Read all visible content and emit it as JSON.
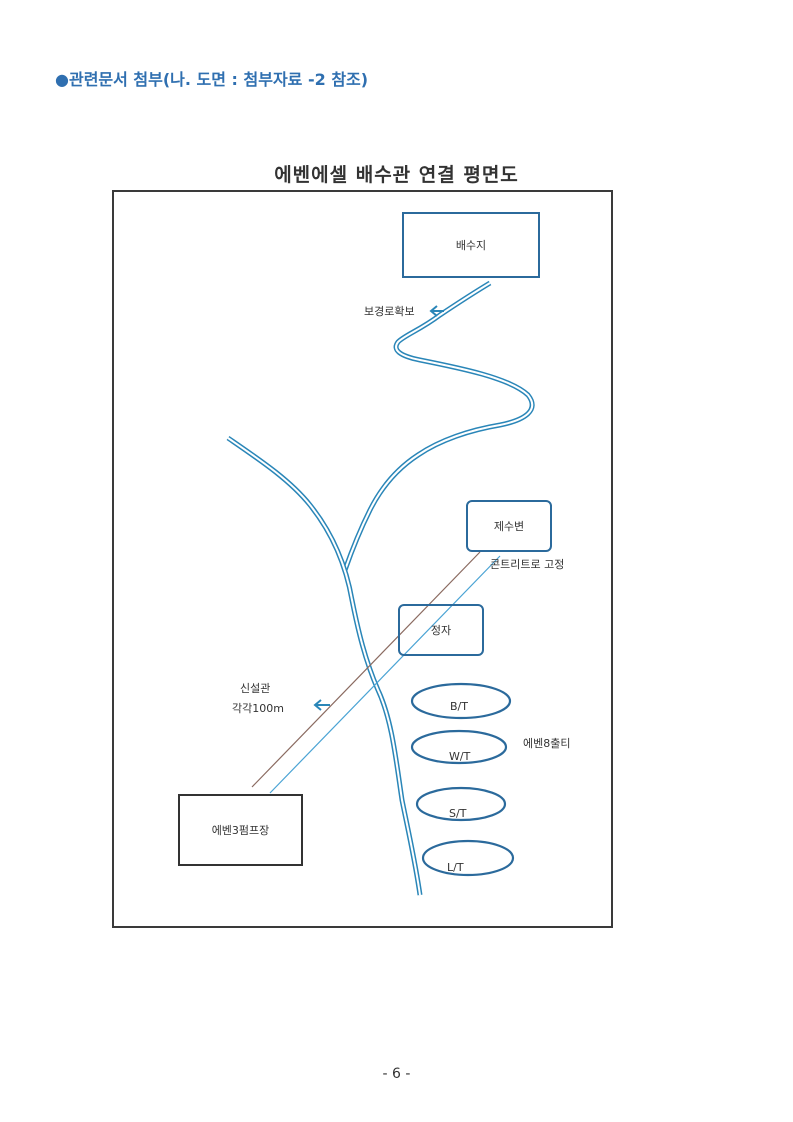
{
  "header": {
    "bullet": "●",
    "text": "관련문서 첨부(나. 도면 : 첨부자료 -2 참조)"
  },
  "drawing": {
    "title": "에벤에셀 배수관 연결 평면도",
    "reservoir": "배수지",
    "security": "보경로확보",
    "control_valve": "제수변",
    "concrete": "콘트리트로 고정",
    "junction": "정자",
    "new_pipe_line1": "신설관",
    "new_pipe_line2": "각각100m",
    "pump_station": "에벤3펌프장",
    "bt": "B/T",
    "wt": "W/T",
    "st": "S/T",
    "lt": "L/T",
    "ebenezer": "에벤8출티"
  },
  "colors": {
    "pipe": "#2a86b8",
    "header": "#2f6fb0",
    "box_blue": "#2b6a9c",
    "box_dark": "#333333"
  },
  "footer": {
    "page": "- 6 -"
  }
}
